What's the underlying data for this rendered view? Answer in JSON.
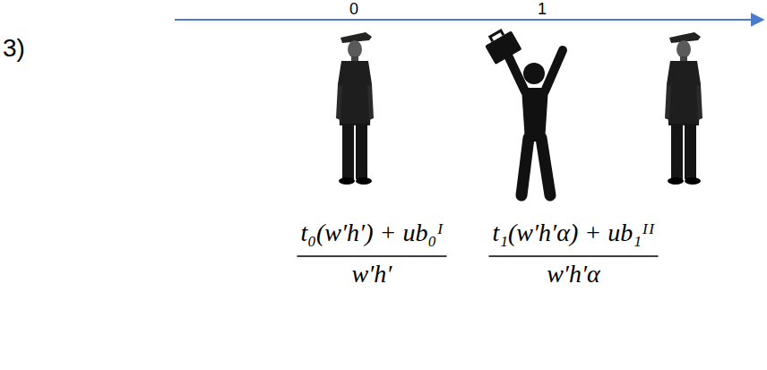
{
  "diagram": {
    "labels": [
      "0",
      "1",
      "3)",
      "t₀(w′h′) + ub₀ᴵ",
      "w′h′",
      "t₁(w′h′α) + ub₁ᴵᴵ",
      "w′h′α"
    ]
  }
}
